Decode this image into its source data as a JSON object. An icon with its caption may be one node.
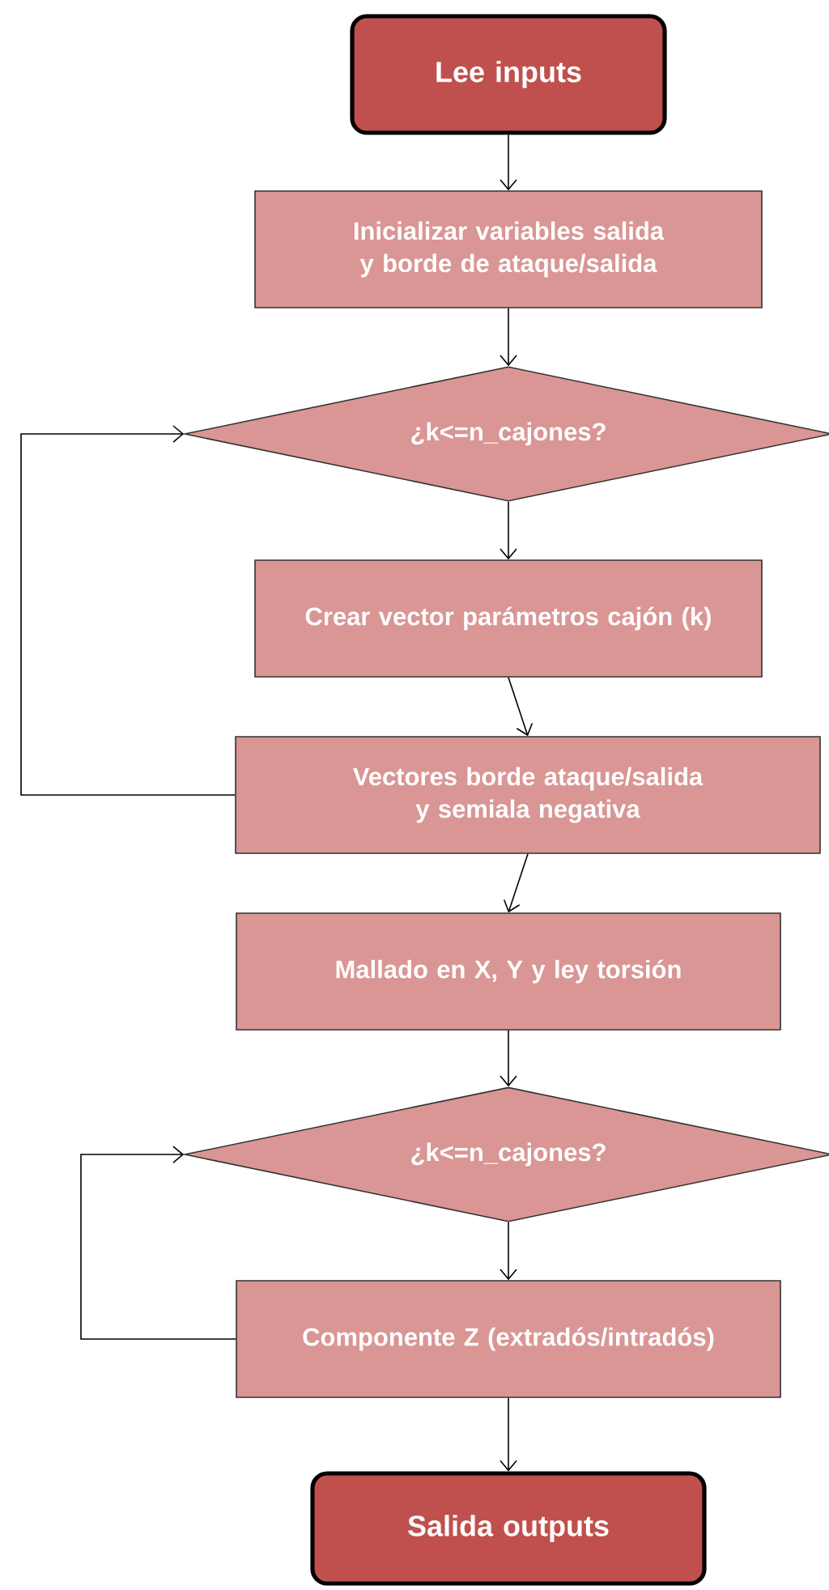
{
  "diagram": {
    "nodes": [
      {
        "text": [
          "Lee inputs"
        ]
      },
      {
        "text": [
          "Inicializar variables salida y borde de ataque/salida"
        ]
      },
      {
        "text": [
          "¿k<=n_cajones?"
        ]
      },
      {
        "text": [
          "Crear vector parámetros cajón (k)"
        ]
      },
      {
        "text": [
          "Vectores borde ataque/salida y semiala negativa"
        ]
      },
      {
        "text": [
          "Mallado en X, Y y ley torsión"
        ]
      },
      {
        "text": [
          "¿k<=n_cajones?"
        ]
      },
      {
        "text": [
          "Componente Z (extradós/intradós)"
        ]
      },
      {
        "text": [
          "Salida outputs"
        ]
      }
    ],
    "edges": [
      {
        "from": 0,
        "to": 1,
        "arrow": "to"
      },
      {
        "from": 1,
        "to": 2,
        "arrow": "to"
      },
      {
        "from": 2,
        "to": 3,
        "arrow": "to"
      },
      {
        "from": 3,
        "to": 4,
        "arrow": "to"
      },
      {
        "from": 4,
        "to": 2,
        "arrow": "to"
      },
      {
        "from": 4,
        "to": 5,
        "arrow": "to"
      },
      {
        "from": 5,
        "to": 6,
        "arrow": "to"
      },
      {
        "from": 6,
        "to": 7,
        "arrow": "to"
      },
      {
        "from": 7,
        "to": 6,
        "arrow": "to"
      },
      {
        "from": 7,
        "to": 8,
        "arrow": "to"
      }
    ]
  }
}
